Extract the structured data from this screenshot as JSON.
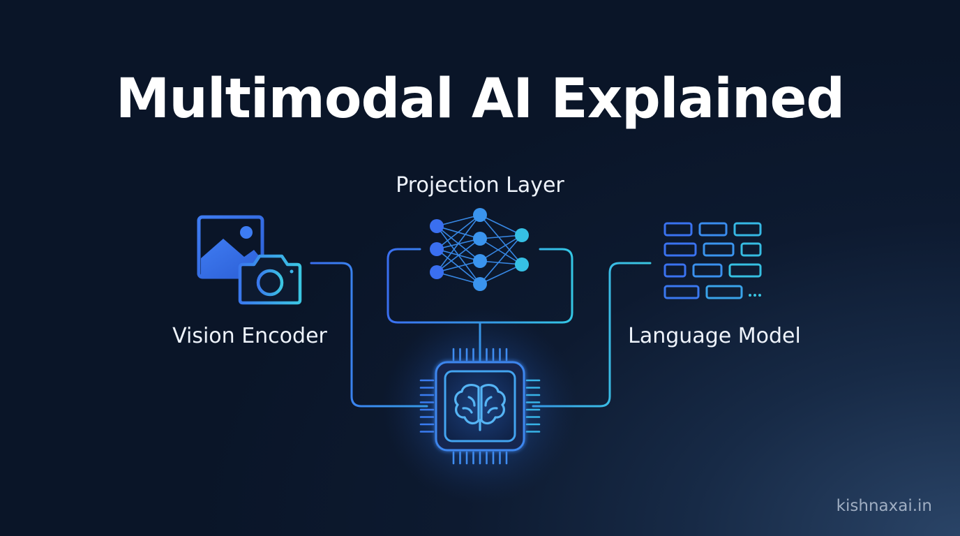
{
  "diagram": {
    "title": "Multimodal AI Explained",
    "nodes": {
      "projection": {
        "label": "Projection Layer"
      },
      "vision": {
        "label": "Vision Encoder"
      },
      "language": {
        "label": "Language Model"
      }
    },
    "watermark": "kishnaxai.in"
  },
  "colors": {
    "background_dark": "#0a1528",
    "background_light": "#2a4467",
    "accent_blue": "#3a7bf0",
    "accent_cyan": "#34c4e0",
    "text": "#ffffff"
  },
  "icons": {
    "vision": [
      "image-icon",
      "camera-icon"
    ],
    "projection": "neural-network-icon",
    "language": "token-blocks-icon",
    "center": "brain-chip-icon"
  }
}
